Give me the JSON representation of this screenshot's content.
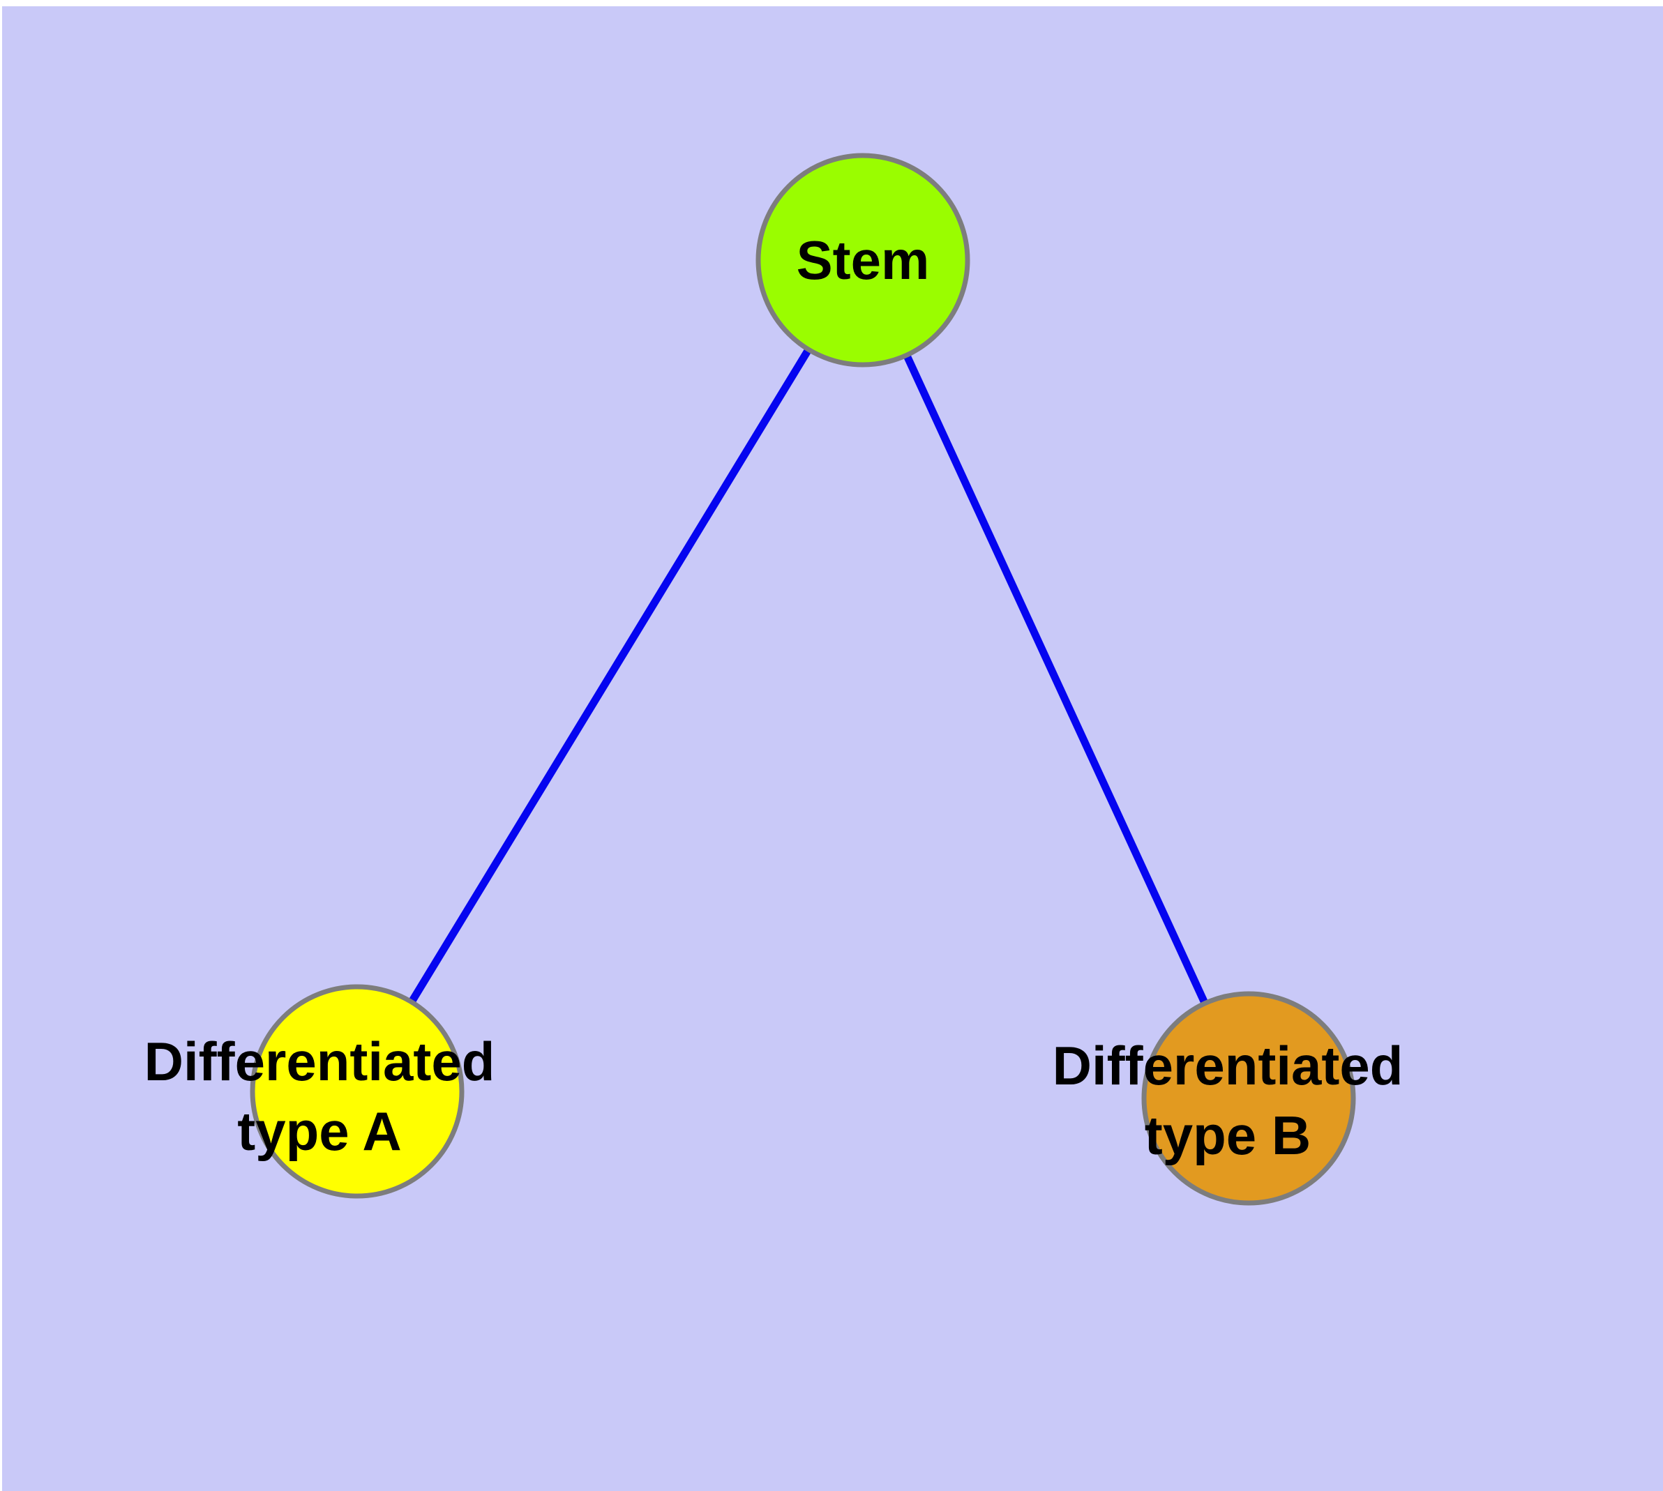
{
  "figure": {
    "type": "node-link-diagram",
    "background_color": "#c9c9f8",
    "page_color": "#ffffff",
    "edge_color": "#0505f0",
    "node_border_color": "#7d7d7d",
    "text_color": "#000000"
  },
  "nodes": [
    {
      "id": "stem",
      "label": "Stem",
      "fill": "#9afd00"
    },
    {
      "id": "diff-a",
      "label": "Differentiated\ntype A",
      "fill": "#ffff00"
    },
    {
      "id": "diff-b",
      "label": "Differentiated\ntype B",
      "fill": "#e29a20"
    }
  ],
  "edges": [
    {
      "from": "stem",
      "to": "diff-a"
    },
    {
      "from": "stem",
      "to": "diff-b"
    }
  ]
}
